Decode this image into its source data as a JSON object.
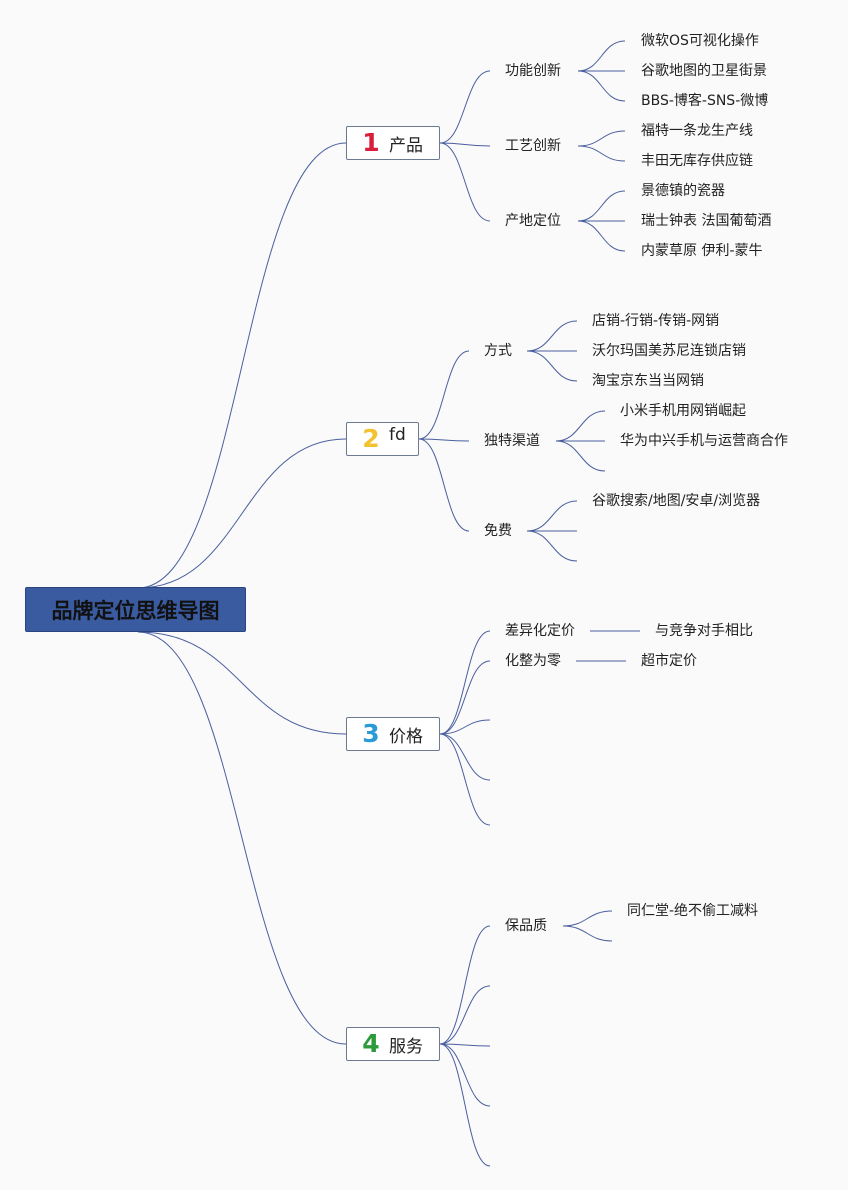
{
  "title": "品牌定位思维导图",
  "colors": {
    "line": "#4a5f9e",
    "n1": "#d81e3a",
    "n2": "#f2c230",
    "n3": "#2a9ad8",
    "n4": "#2a9a3a"
  },
  "branches": [
    {
      "num": "1",
      "label": "产品",
      "subs": [
        {
          "label": "功能创新",
          "items": [
            "微软OS可视化操作",
            "谷歌地图的卫星街景",
            "BBS-博客-SNS-微博"
          ]
        },
        {
          "label": "工艺创新",
          "items": [
            "福特一条龙生产线",
            "丰田无库存供应链"
          ]
        },
        {
          "label": "产地定位",
          "items": [
            "景德镇的瓷器",
            "瑞士钟表 法国葡萄酒",
            "内蒙草原 伊利-蒙牛"
          ]
        }
      ]
    },
    {
      "num": "2",
      "label": "fd",
      "subs": [
        {
          "label": "方式",
          "items": [
            "店销-行销-传销-网销",
            "沃尔玛国美苏尼连锁店销",
            "淘宝京东当当网销"
          ]
        },
        {
          "label": "独特渠道",
          "items": [
            "小米手机用网销崛起",
            "华为中兴手机与运营商合作"
          ]
        },
        {
          "label": "免费",
          "items": [
            "谷歌搜索/地图/安卓/浏览器"
          ]
        }
      ]
    },
    {
      "num": "3",
      "label": "价格",
      "subs": [
        {
          "label": "差异化定价",
          "items": [
            "与竞争对手相比"
          ]
        },
        {
          "label": "化整为零",
          "items": [
            "超市定价"
          ]
        }
      ]
    },
    {
      "num": "4",
      "label": "服务",
      "subs": [
        {
          "label": "保品质",
          "items": [
            "同仁堂-绝不偷工减料"
          ]
        }
      ]
    }
  ]
}
